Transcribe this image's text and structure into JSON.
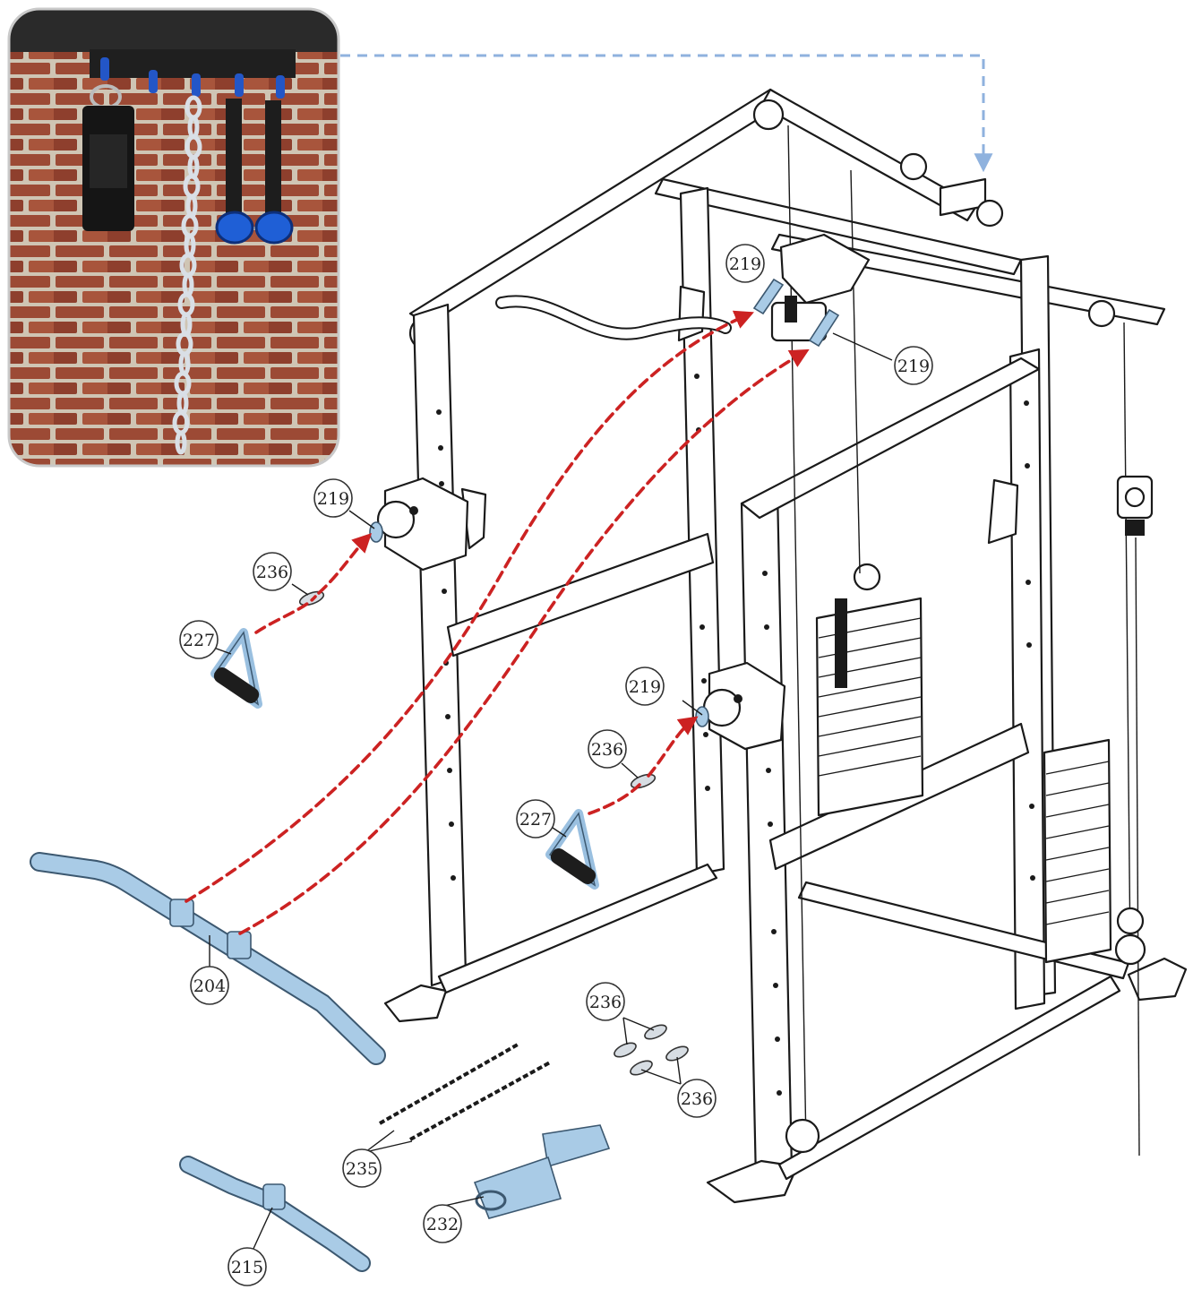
{
  "colors": {
    "route_red": "#cc2222",
    "route_blue": "#8fb2de",
    "part_fill": "#a9cbe6",
    "frame_stroke": "#1a1a1a"
  },
  "inset_photo": {
    "items": [
      "ankle-strap",
      "chain",
      "single-handle",
      "single-handle"
    ]
  },
  "callouts": [
    {
      "id": "219-top-left",
      "label": "219"
    },
    {
      "id": "219-top-right",
      "label": "219"
    },
    {
      "id": "219-left-pulley",
      "label": "219"
    },
    {
      "id": "219-right-pulley",
      "label": "219"
    },
    {
      "id": "236-left",
      "label": "236"
    },
    {
      "id": "236-right",
      "label": "236"
    },
    {
      "id": "236-group-top",
      "label": "236"
    },
    {
      "id": "236-group-bottom",
      "label": "236"
    },
    {
      "id": "227-left",
      "label": "227"
    },
    {
      "id": "227-right",
      "label": "227"
    },
    {
      "id": "204",
      "label": "204"
    },
    {
      "id": "215",
      "label": "215"
    },
    {
      "id": "235",
      "label": "235"
    },
    {
      "id": "232",
      "label": "232"
    }
  ]
}
